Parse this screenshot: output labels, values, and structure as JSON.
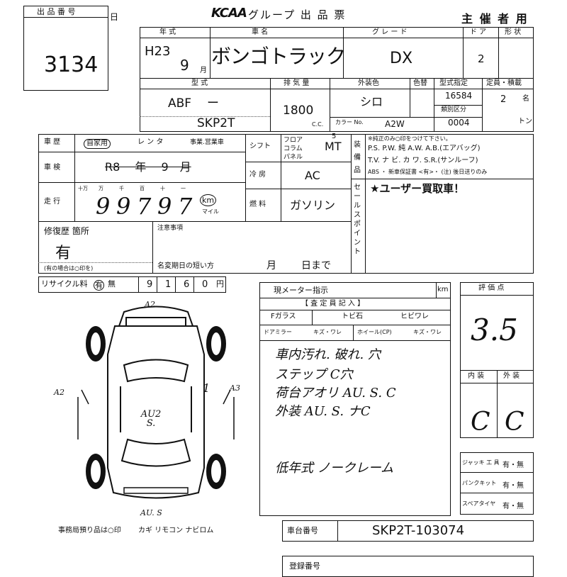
{
  "lot": {
    "label": "出 品 番 号",
    "number": "3134",
    "day_suffix": "日"
  },
  "header": {
    "brand": "KCAA",
    "title": "グループ 出 品 票",
    "host_label": "主 催 者 用"
  },
  "top": {
    "year_label": "年 式",
    "year_era": "H23",
    "year_month": "9",
    "month_unit": "月",
    "name_label": "車 名",
    "name": "ボンゴトラック",
    "grade_label": "グ レ ー ド",
    "grade": "DX",
    "door_label": "ド ア",
    "doors": "2",
    "shape_label": "形 状"
  },
  "model": {
    "label": "型 式",
    "prefix": "ABF",
    "dash": "ー",
    "code": "SKP2T",
    "displacement_label": "排 気 量",
    "displacement": "1800",
    "cc": "C.C.",
    "color_label": "外装色",
    "trim_label": "色替",
    "color": "シロ",
    "color_no_label": "カラー No.",
    "color_no": "A2W",
    "cert_label": "型式指定",
    "cert": "16584",
    "class_label": "類別区分",
    "class_value": "0004",
    "capacity_label": "定員・積載",
    "capacity": "2",
    "capacity_unit": "名",
    "load_unit": "トン"
  },
  "history": {
    "label": "車 歴",
    "private": "自家用",
    "rental": "レ ン タ",
    "business": "事業.営業車",
    "inspection_label": "車 検",
    "inspection": "R8 　年　 9　月",
    "mileage_label": "走 行",
    "digit_units": [
      "十万",
      "万",
      "千",
      "百",
      "十",
      "一"
    ],
    "mileage_digits": [
      "9",
      "9",
      "7",
      "9",
      "7"
    ],
    "km": "km",
    "mile": "マイル"
  },
  "drive": {
    "shift_label": "シフト",
    "shift_options": [
      "フロア",
      "コラム",
      "パネル"
    ],
    "shift": "MT",
    "shift_mark": "5",
    "ac_label": "冷 房",
    "ac": "AC",
    "fuel_label": "燃 料",
    "fuel": "ガソリン"
  },
  "equipment": {
    "side_label": "装 備 品",
    "note": "※純正のみ○印をつけて下さい。",
    "line1": "P.S. P.W. 純 A.W. A.B.(エアバッグ)",
    "line2": "T.V. ナ ビ. カ ワ. S.R.(サンルーフ)",
    "line3": "ABS ・ 新車保証書 <有>・ (注) 後日送りのみ"
  },
  "sales_point": {
    "side_label": "セールスポイント",
    "text": "★ユーザー買取車！"
  },
  "repair": {
    "label": "修復歴 箇所",
    "value": "有",
    "hint": "(有の場合は○印を)",
    "notice_label": "注意事項",
    "notice_short": "名変期日の短い方",
    "month": "月",
    "day": "日まで"
  },
  "recycle": {
    "label": "リサイクル料",
    "has": "有",
    "none": "無",
    "digits": [
      "9",
      "1",
      "6",
      "0"
    ],
    "unit": "円"
  },
  "meter": {
    "label": "現メーター指示",
    "unit": "km"
  },
  "inspector": {
    "title": "【 査 定 員 記 入 】",
    "glass_label": "Fガラス",
    "chip": "トビ石",
    "crack": "ヒビワレ",
    "mirror_label": "ドアミラー",
    "mirror_opts": "キズ・ワレ",
    "wheel_label": "ホイール(CP)",
    "wheel_opts": "キズ・ワレ",
    "notes": [
      "車内汚れ. 破れ. 穴",
      "ステップ C穴",
      "荷台アオリ AU. S. C",
      "外装 AU. S. ナC",
      "低年式 ノークレーム"
    ]
  },
  "score": {
    "label": "評 価 点",
    "value": "3.5",
    "interior_label": "内 装",
    "exterior_label": "外 装",
    "interior": "C",
    "exterior": "C"
  },
  "accessories": [
    {
      "label": "ジャッキ 工 具",
      "opts": "有・無"
    },
    {
      "label": "パンクキット",
      "opts": "有・無"
    },
    {
      "label": "スペアタイヤ",
      "opts": "有・無"
    }
  ],
  "diagram": {
    "top": "A2",
    "left": "A2",
    "right": "A3",
    "center": "AU2 S.",
    "bottom": "AU. S",
    "mark": "1"
  },
  "office": {
    "text": "事務局預り品は○印",
    "items": "カギ リモコン ナビロム"
  },
  "vin": {
    "label": "車台番号",
    "value": "SKP2T-103074"
  },
  "bottom": {
    "label": "登録番号"
  }
}
